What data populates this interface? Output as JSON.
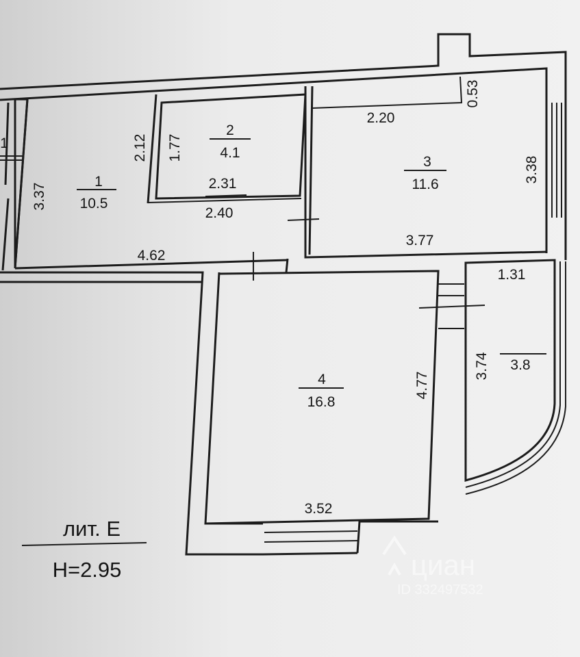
{
  "rooms": [
    {
      "number": "1",
      "area": "10.5"
    },
    {
      "number": "2",
      "area": "4.1"
    },
    {
      "number": "3",
      "area": "11.6"
    },
    {
      "number": "4",
      "area": "16.8"
    },
    {
      "number": "",
      "area": "3.8"
    }
  ],
  "dimensions": {
    "d_3_37": "3.37",
    "d_2_12": "2.12",
    "d_1_77": "1.77",
    "d_2_31": "2.31",
    "d_2_40": "2.40",
    "d_4_62": "4.62",
    "d_2_20": "2.20",
    "d_0_53": "0.53",
    "d_3_38": "3.38",
    "d_3_77": "3.77",
    "d_1_31": "1.31",
    "d_3_74": "3.74",
    "d_4_77": "4.77",
    "d_3_52": "3.52"
  },
  "edge_mark": "1",
  "title": {
    "lit": "лит. Е",
    "height": "Н=2.95"
  },
  "watermark": {
    "brand": "циан",
    "id": "ID 332497532"
  }
}
